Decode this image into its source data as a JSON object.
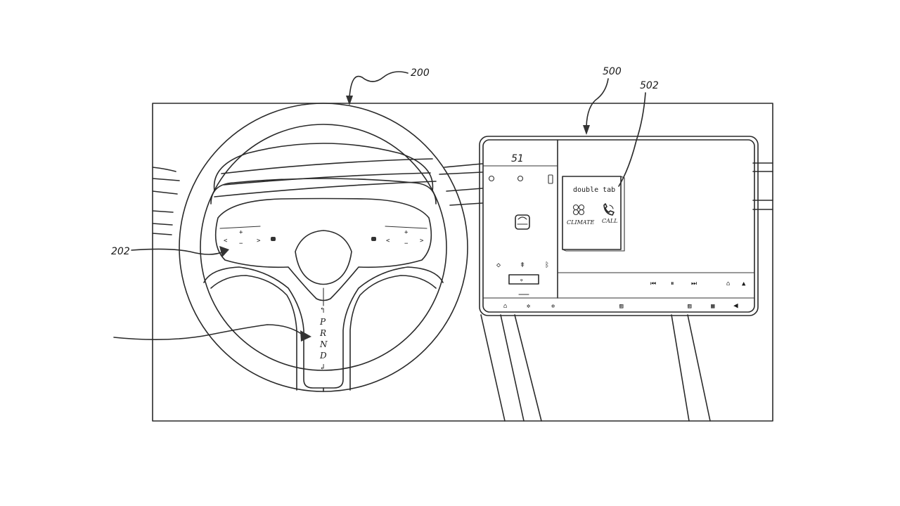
{
  "references": {
    "steering_wheel": "200",
    "wheel_controls": "202",
    "display": "500",
    "popup_menu": "502"
  },
  "screen": {
    "speed": "51",
    "popup": {
      "title": "double tab",
      "items": [
        {
          "label": "CLIMATE",
          "icon": "fan-icon"
        },
        {
          "label": "CALL",
          "icon": "phone-icon"
        }
      ]
    }
  },
  "gear_selector": {
    "letters": [
      "P",
      "R",
      "N",
      "D"
    ]
  },
  "colors": {
    "line": "#2a2a2a",
    "background": "#ffffff"
  }
}
